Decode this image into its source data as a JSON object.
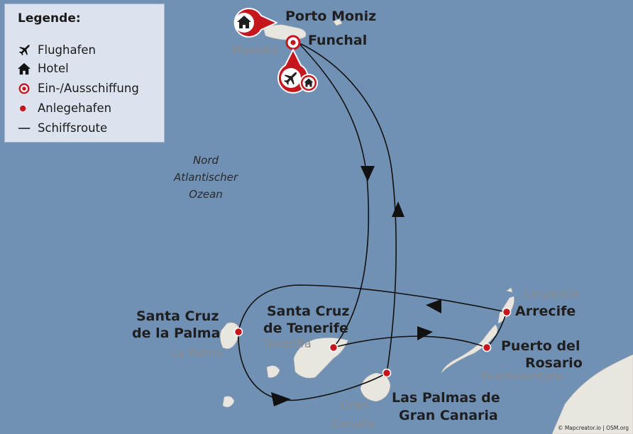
{
  "legend": {
    "title": "Legende:",
    "items": [
      {
        "icon": "airplane-icon",
        "label": "Flughafen"
      },
      {
        "icon": "house-icon",
        "label": "Hotel"
      },
      {
        "icon": "ring-marker-icon",
        "label": "Ein-/Ausschiffung"
      },
      {
        "icon": "dot-marker-icon",
        "label": "Anlegehafen"
      },
      {
        "icon": "line-icon",
        "label": "Schiffsroute"
      }
    ]
  },
  "ports": {
    "porto_moniz": "Porto Moniz",
    "funchal": "Funchal",
    "santa_cruz_la_palma_1": "Santa Cruz",
    "santa_cruz_la_palma_2": "de la Palma",
    "santa_cruz_tenerife_1": "Santa Cruz",
    "santa_cruz_tenerife_2": "de Tenerife",
    "arrecife": "Arrecife",
    "puerto_rosario_1": "Puerto del",
    "puerto_rosario_2": "Rosario",
    "las_palmas_1": "Las Palmas de",
    "las_palmas_2": "Gran Canaria"
  },
  "islands": {
    "madeira": "Madeira",
    "la_palma": "La Palma",
    "teneriffa": "Teneriffa",
    "gran_canaria_1": "Gran",
    "gran_canaria_2": "Canaria",
    "lanzarote": "Lanzarote",
    "fuerteventura": "Fuerteventura"
  },
  "ocean": {
    "line1": "Nord",
    "line2": "Atlantischer",
    "line3": "Ozean"
  },
  "credit": "© Mapcreator.io | OSM.org",
  "colors": {
    "sea": "#7090b4",
    "land": "#e9e5df",
    "marker_red": "#c4161c",
    "route": "#111111",
    "legend_bg": "#dde3ee"
  }
}
